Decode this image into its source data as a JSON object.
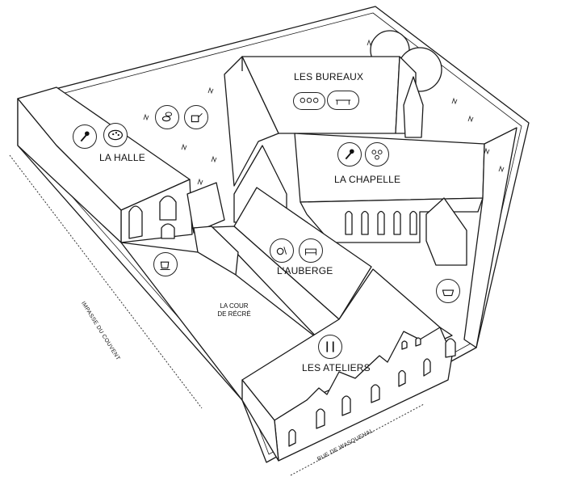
{
  "map": {
    "buildings": [
      {
        "id": "halle",
        "label": "LA HALLE",
        "icons": [
          "microphone-icon",
          "palette-icon"
        ]
      },
      {
        "id": "bureaux",
        "label": "LES BUREAUX",
        "icons": [
          "meeting-people-icon",
          "desk-icon"
        ]
      },
      {
        "id": "chapelle",
        "label": "LA CHAPELLE",
        "icons": [
          "microphone-icon",
          "audience-icon"
        ]
      },
      {
        "id": "auberge",
        "label": "L'AUBERGE",
        "icons": [
          "food-icon",
          "bed-icon"
        ]
      },
      {
        "id": "ateliers",
        "label": "LES ATELIERS",
        "icons": [
          "tools-icon"
        ]
      }
    ],
    "courtyard": {
      "line1": "LA COUR",
      "line2": "DE RÉCRÉ"
    },
    "garden_icons": [
      "bee-icon",
      "watering-can-icon",
      "basket-icon"
    ],
    "cafe_icon": "coffee-cup-icon",
    "streets": [
      {
        "id": "impasse",
        "label": "IMPASSE DU COUVENT"
      },
      {
        "id": "rue",
        "label": "RUE DE WASQUEHAL"
      }
    ]
  }
}
